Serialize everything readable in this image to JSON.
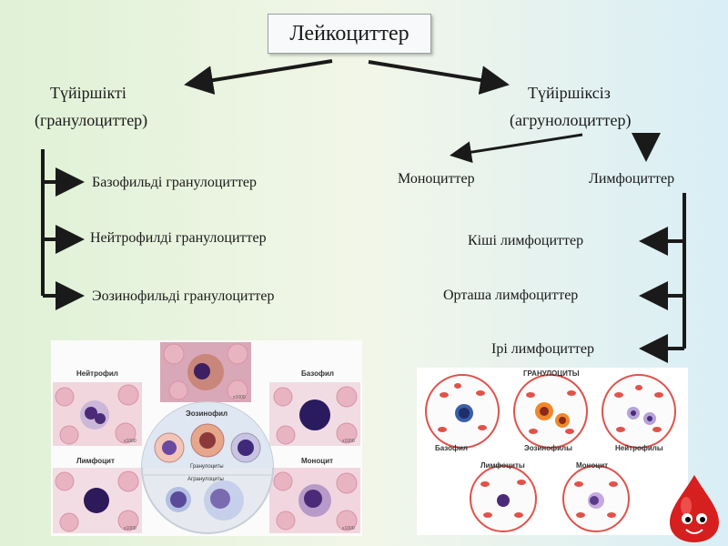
{
  "title": "Лейкоциттер",
  "left_group": {
    "title": "Түйіршікті",
    "subtitle": "(гранулоциттер)",
    "items": [
      "Базофильді гранулоциттер",
      "Нейтрофилді гранулоциттер",
      "Эозинофильді гранулоциттер"
    ]
  },
  "right_group": {
    "title": "Түйіршіксіз",
    "subtitle": "(агрунолоциттер)",
    "monocytes": "Моноциттер",
    "lymphocytes": "Лимфоциттер",
    "lymph_items": [
      "Кіші лимфоциттер",
      "Орташа лимфоциттер",
      "Ірі лимфоциттер"
    ]
  },
  "left_image": {
    "labels": [
      "Нейтрофил",
      "Эозинофил",
      "Базофил",
      "Лимфоцит",
      "Моноцит",
      "Гранулоциты",
      "Агранулоциты"
    ],
    "magnification": "x1000"
  },
  "right_image": {
    "title": "ГРАНУЛОЦИТЫ",
    "labels": [
      "Базофил",
      "Эозинофилы",
      "Нейтрофилы",
      "Лимфоциты",
      "Моноцит"
    ]
  },
  "colors": {
    "arrow": "#1a1a1a",
    "rbc": "#e0524a",
    "nucleus": "#4b2a78"
  }
}
